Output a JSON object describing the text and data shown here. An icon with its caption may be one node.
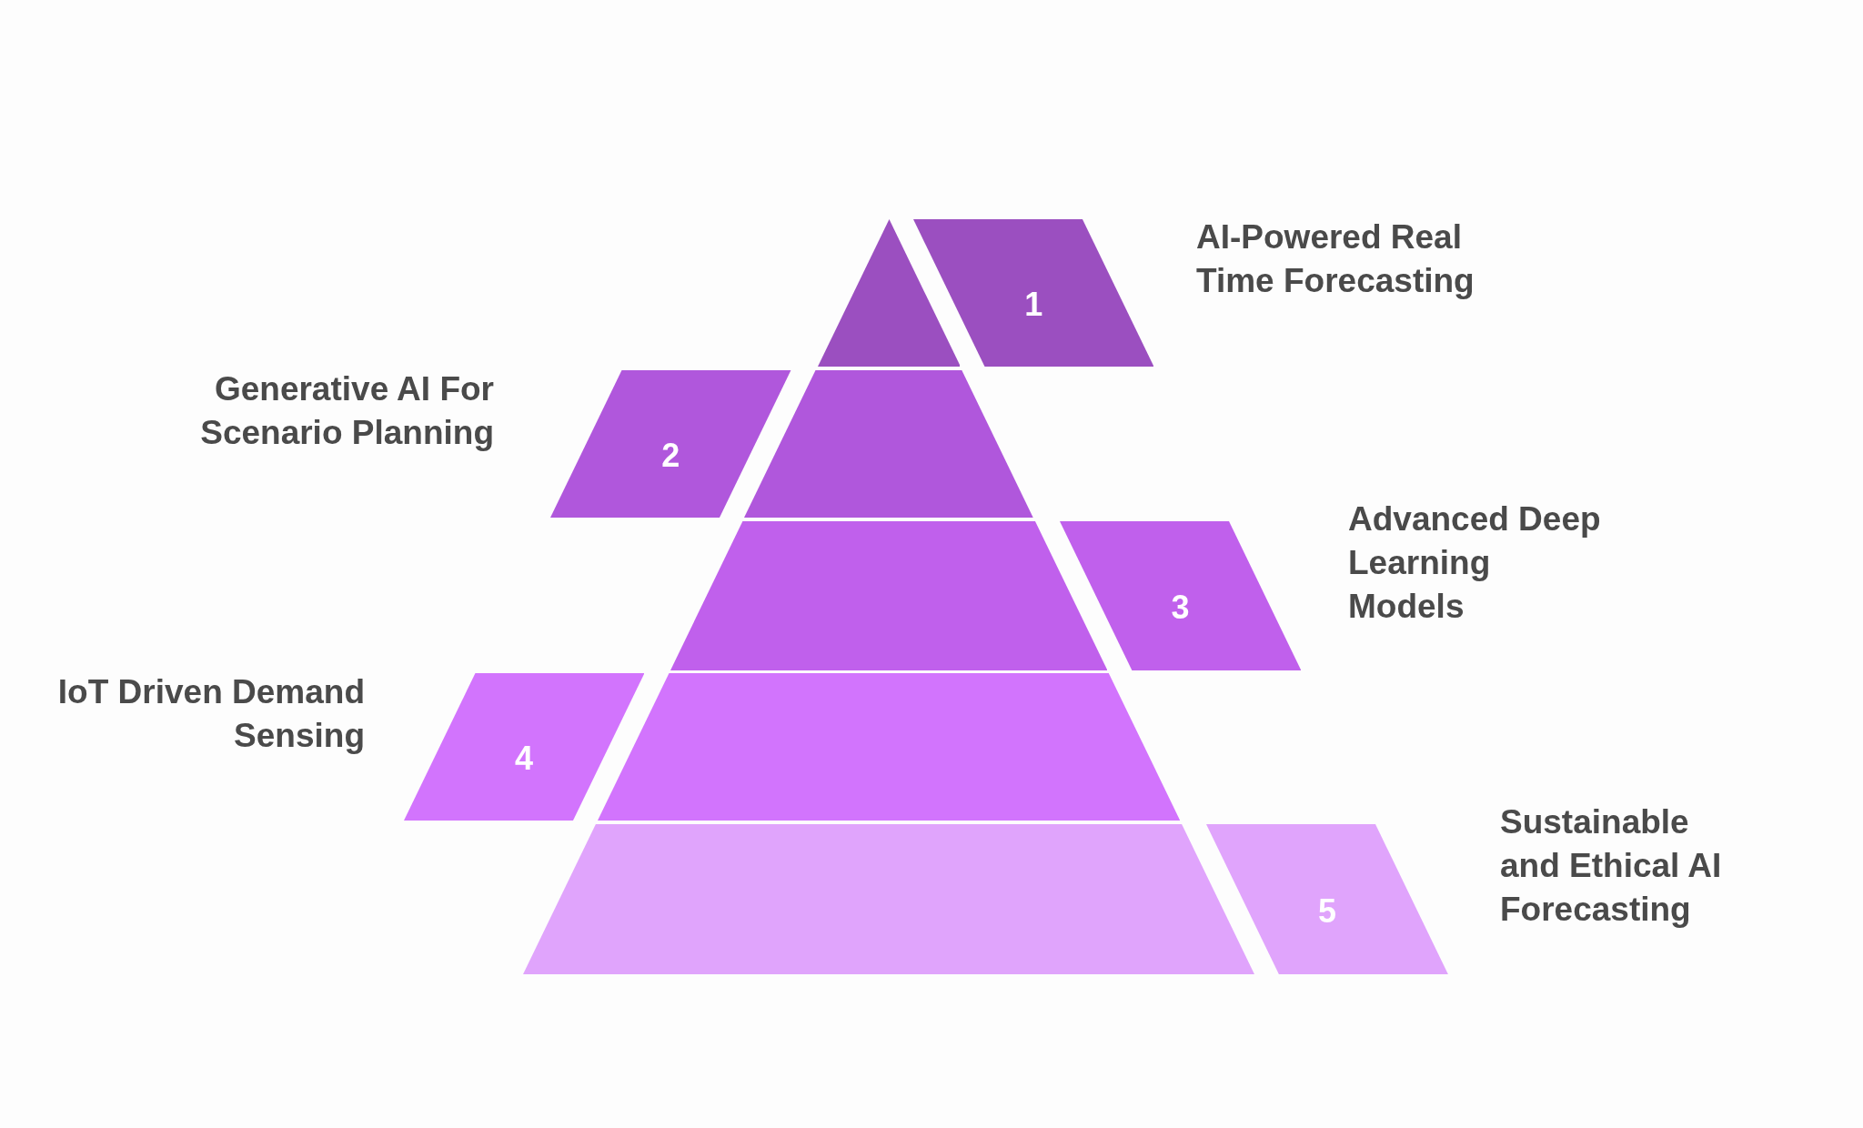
{
  "diagram": {
    "nodes": [
      {
        "text": [],
        "shape": "triangle"
      },
      {
        "text": [
          "1"
        ],
        "beside": [
          "AI-Powered Real Time Forecasting"
        ]
      },
      {
        "text": [
          "2"
        ],
        "beside": [
          "Generative AI For Scenario Planning"
        ]
      },
      {
        "text": [],
        "shape": "trapezoid"
      },
      {
        "text": [],
        "shape": "trapezoid"
      },
      {
        "text": [
          "3"
        ],
        "beside": [
          "Advanced Deep Learning Models"
        ]
      },
      {
        "text": [
          "4"
        ],
        "beside": [
          "IoT Driven Demand Sensing"
        ]
      },
      {
        "text": [],
        "shape": "trapezoid"
      },
      {
        "text": [],
        "shape": "trapezoid"
      },
      {
        "text": [
          "5"
        ],
        "beside": [
          "Sustainable and Ethical AI Forecasting"
        ]
      }
    ]
  }
}
